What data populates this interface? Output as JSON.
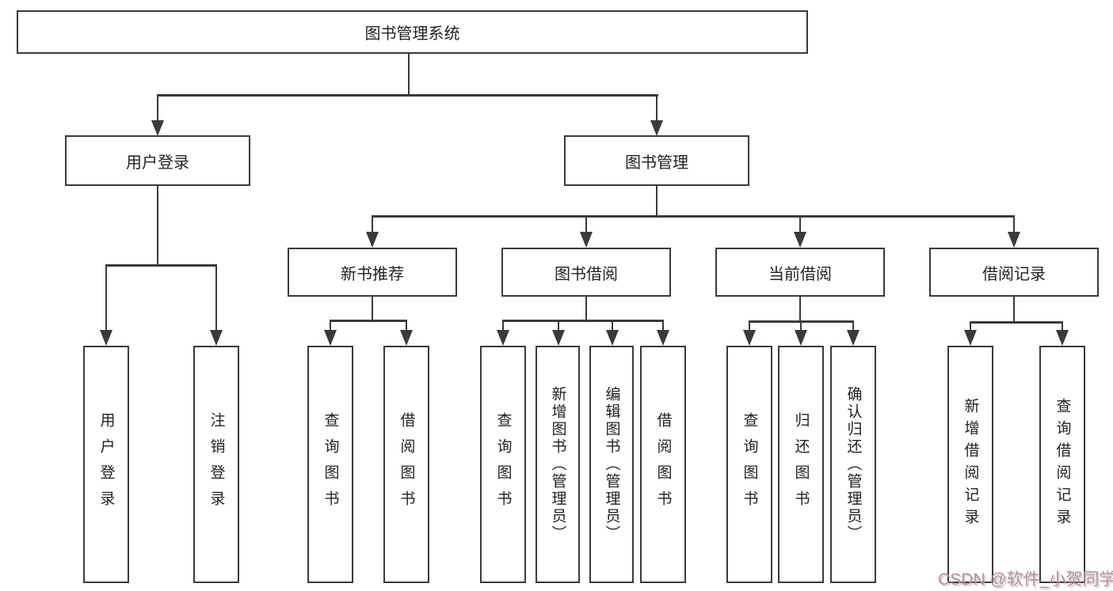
{
  "tree": {
    "root": "图书管理系统",
    "userLogin": "用户登录",
    "bookMgmt": "图书管理",
    "newRec": "新书推荐",
    "bookBorrow": "图书借阅",
    "currentBorrow": "当前借阅",
    "borrowRecord": "借阅记录",
    "loginV": "用户登录",
    "logoutV": "注销登录",
    "query1": "查询图书",
    "borrow1": "借阅图书",
    "query2": "查询图书",
    "addBook": "新增图书（管理员）",
    "editBook": "编辑图书（管理员）",
    "borrow2": "借阅图书",
    "query3": "查询图书",
    "returnBook": "归还图书",
    "confirmReturn": "确认归还（管理员）",
    "addRecord": "新增借阅记录",
    "queryRecord": "查询借阅记录"
  },
  "watermark": "CSDN @软件_小贺同学",
  "colors": {
    "line": "#3a3a3a",
    "box_border": "#3a3a3a",
    "text": "#222222",
    "background": "#ffffff",
    "watermark": "#9c9c9c",
    "watermark_shadow": "#eb8ca0"
  }
}
